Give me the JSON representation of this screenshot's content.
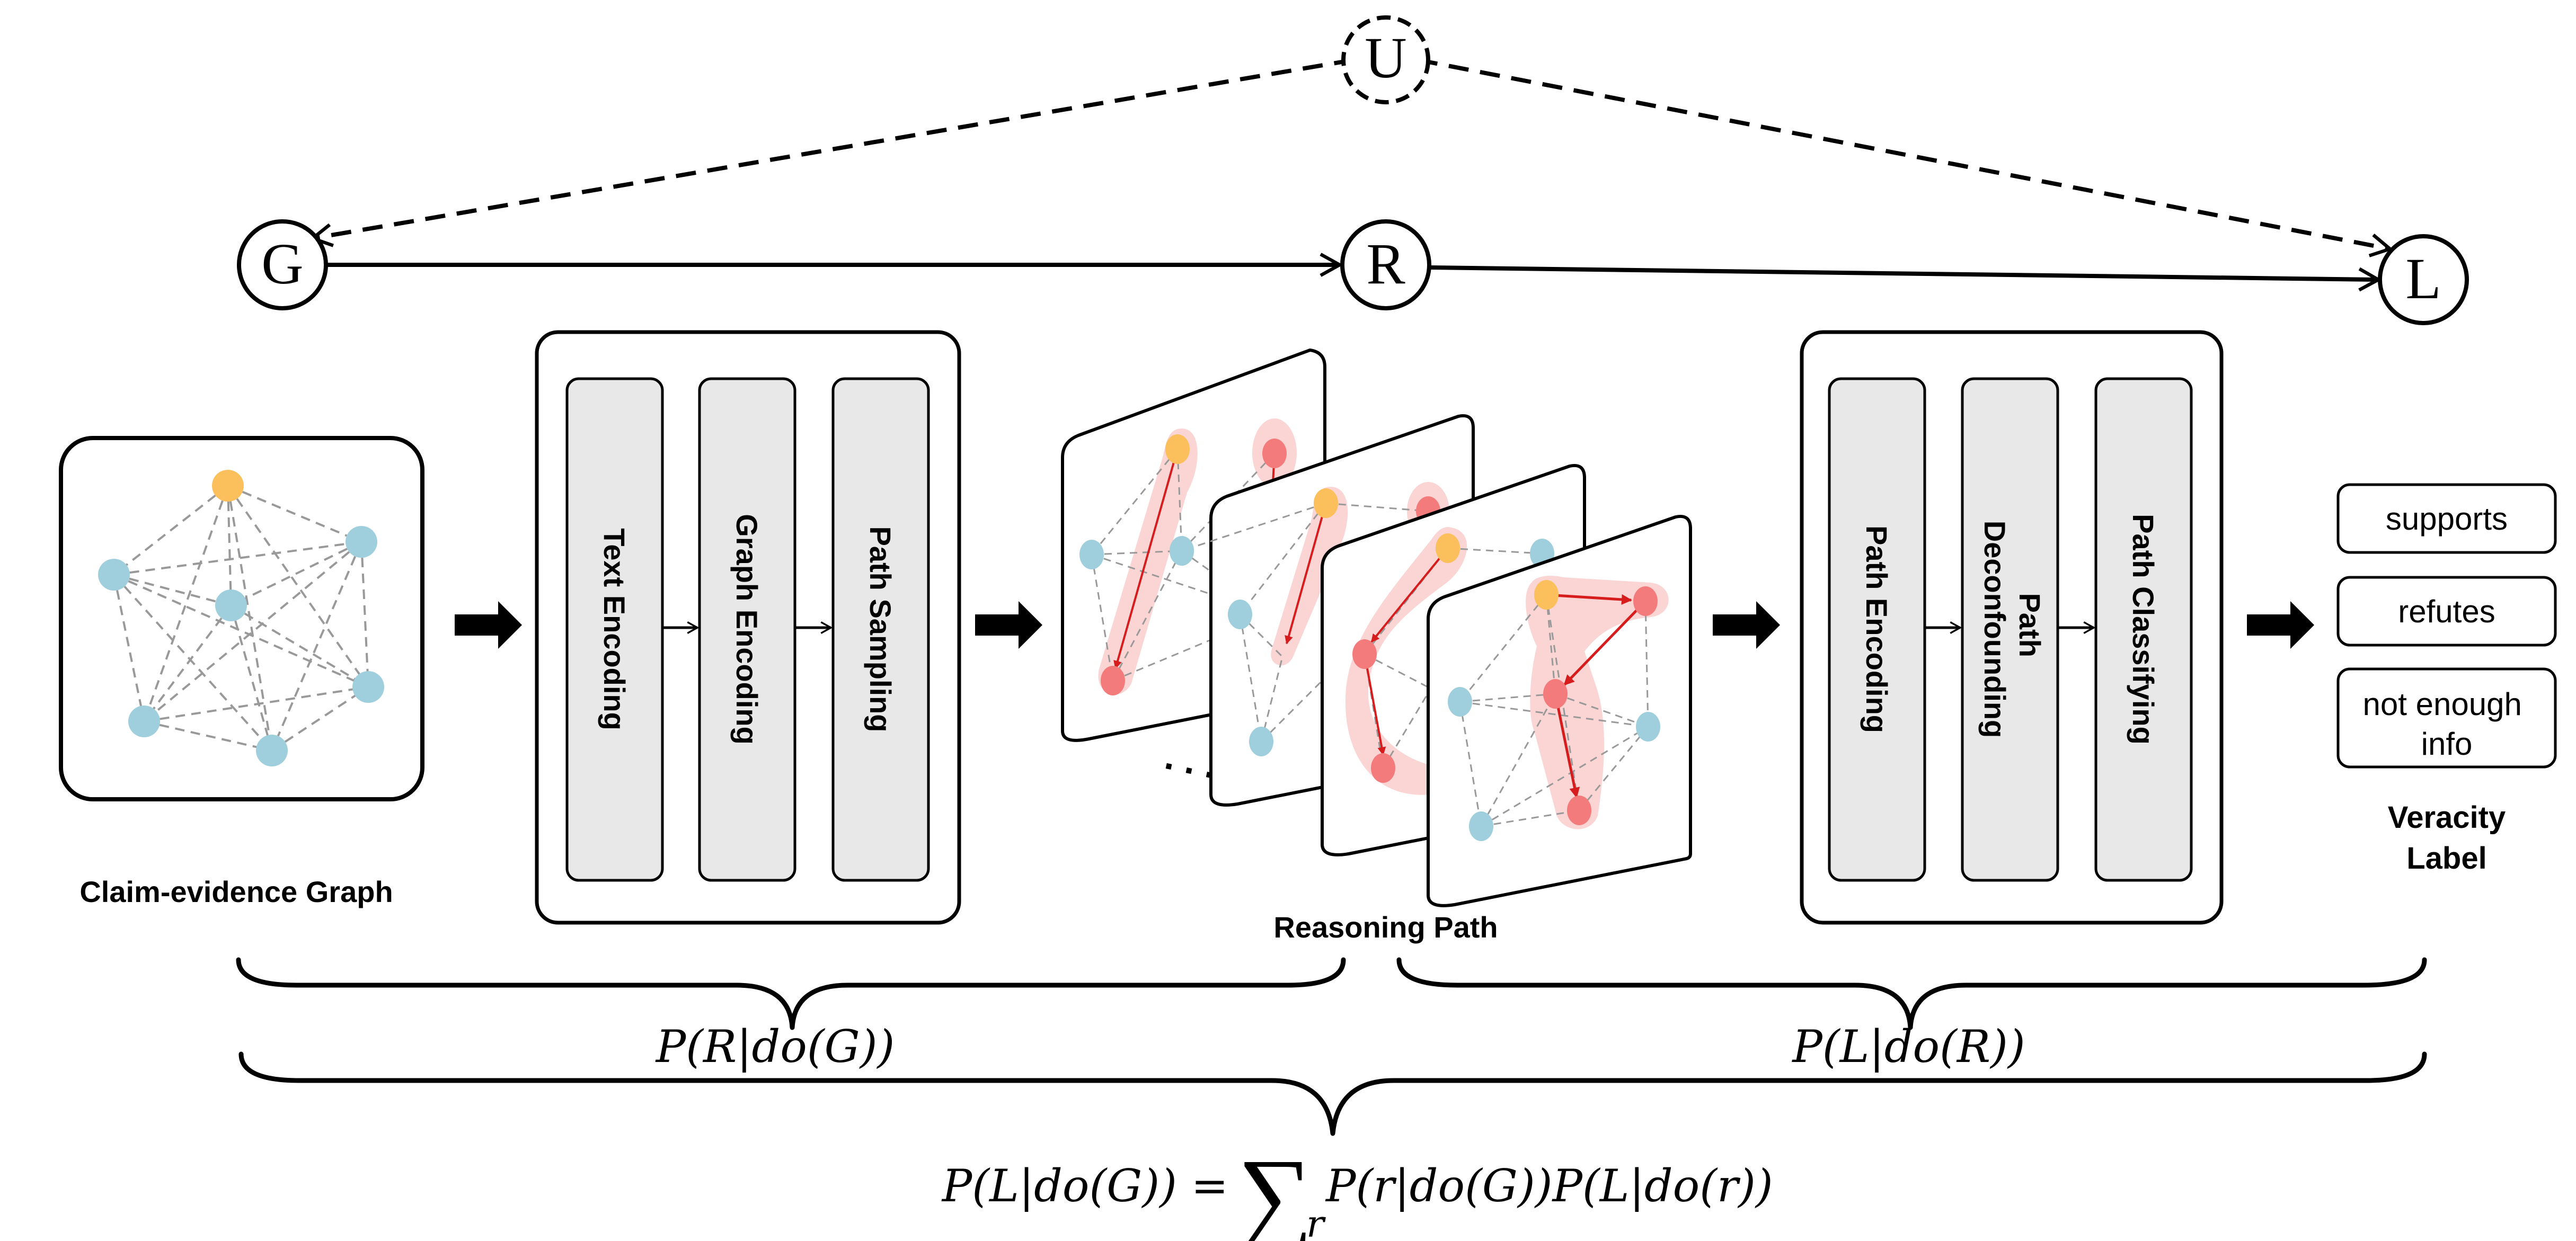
{
  "causal_graph": {
    "nodes": [
      "U",
      "G",
      "R",
      "L"
    ]
  },
  "input": {
    "label": "Claim-evidence Graph"
  },
  "encoder": {
    "modules": [
      "Text Encoding",
      "Graph Encoding",
      "Path Sampling"
    ]
  },
  "paths": {
    "label": "Reasoning Path",
    "ellipsis": ". . ."
  },
  "classifier": {
    "modules": [
      "Path Encoding",
      "Path Deconfounding",
      "Path Classifying"
    ]
  },
  "output": {
    "options": [
      "supports",
      "refutes",
      "not enough info"
    ],
    "title_line1": "Veracity",
    "title_line2": "Label"
  },
  "formulas": {
    "left": "P(R|do(G))",
    "right": "P(L|do(R))",
    "total_lhs": "P(L|do(G)) =",
    "sum_symbol": "∑",
    "sum_index": "r",
    "total_rhs": "P(r|do(G))P(L|do(r))"
  },
  "colors": {
    "node_blue": "#9fcfdc",
    "node_orange": "#fbbf5c",
    "node_red": "#f47b7b",
    "highlight": "#fbd4d4",
    "arrow_red": "#d61c1c",
    "module_fill": "#e8e8e8"
  }
}
